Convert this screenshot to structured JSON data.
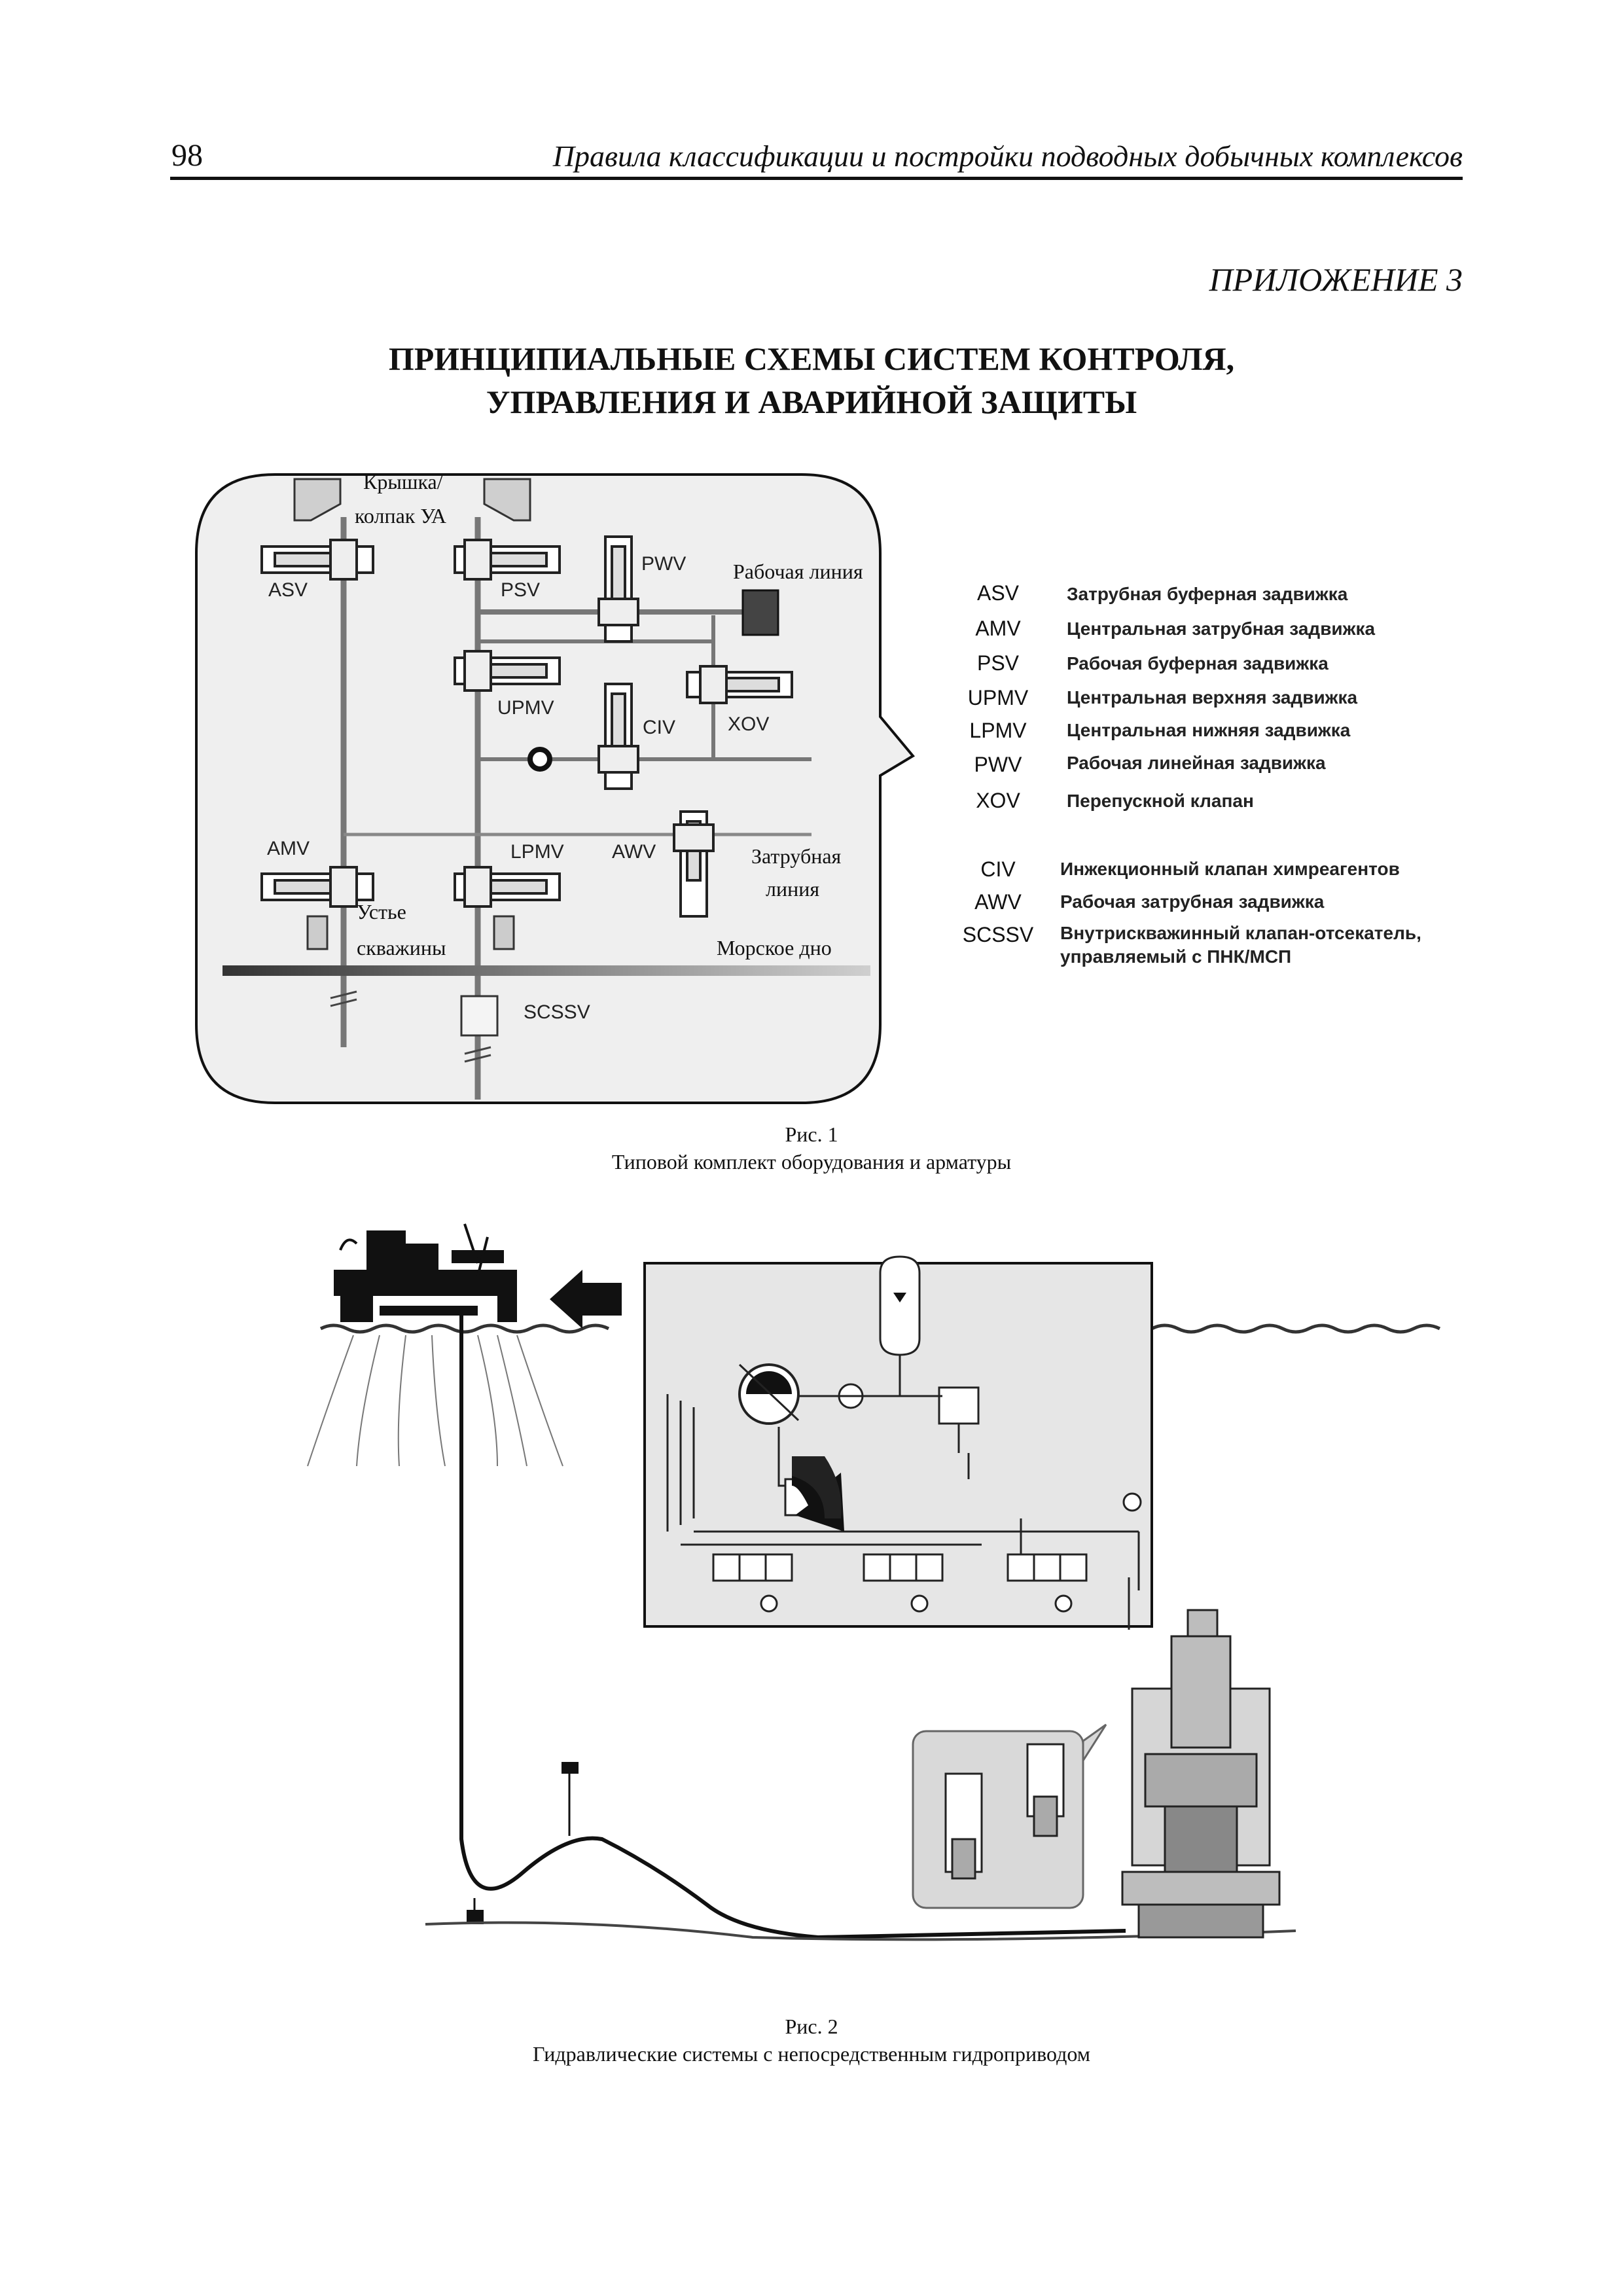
{
  "header": {
    "page_number": "98",
    "running_title": "Правила классификации и постройки подводных добычных комплексов"
  },
  "appendix_label": "ПРИЛОЖЕНИЕ 3",
  "title": {
    "line1": "ПРИНЦИПИАЛЬНЫЕ СХЕМЫ СИСТЕМ КОНТРОЛЯ,",
    "line2": "УПРАВЛЕНИЯ И АВАРИЙНОЙ ЗАЩИТЫ"
  },
  "figure1": {
    "labels": {
      "cap": "Крышка/",
      "cap2": "колпак УА",
      "asv": "ASV",
      "psv": "PSV",
      "pwv": "PWV",
      "production_line": "Рабочая линия",
      "upmv": "UPMV",
      "civ": "CIV",
      "xov": "XOV",
      "amv": "AMV",
      "lpmv": "LPMV",
      "awv": "AWV",
      "annulus_line1": "Затрубная",
      "annulus_line2": "линия",
      "wellhead1": "Устье",
      "wellhead2": "скважины",
      "seabed": "Морское дно",
      "scssv": "SCSSV"
    },
    "legend": [
      {
        "abbr": "ASV",
        "desc": "Затрубная буферная задвижка"
      },
      {
        "abbr": "AMV",
        "desc": "Центральная затрубная задвижка"
      },
      {
        "abbr": "PSV",
        "desc": "Рабочая буферная задвижка"
      },
      {
        "abbr": "UPMV",
        "desc": "Центральная верхняя задвижка"
      },
      {
        "abbr": "LPMV",
        "desc": "Центральная нижняя задвижка"
      },
      {
        "abbr": "PWV",
        "desc": "Рабочая линейная задвижка"
      },
      {
        "abbr": "XOV",
        "desc": "Перепускной клапан"
      },
      {
        "abbr": "CIV",
        "desc": "Инжекционный клапан химреагентов"
      },
      {
        "abbr": "AWV",
        "desc": "Рабочая затрубная задвижка"
      },
      {
        "abbr": "SCSSV",
        "desc": "Внутрискважинный клапан-отсекатель,",
        "desc2": "управляемый с ПНК/МСП"
      }
    ],
    "caption_num": "Рис. 1",
    "caption_text": "Типовой комплект оборудования и арматуры"
  },
  "figure2": {
    "caption_num": "Рис. 2",
    "caption_text": "Гидравлические системы с непосредственным гидроприводом"
  }
}
